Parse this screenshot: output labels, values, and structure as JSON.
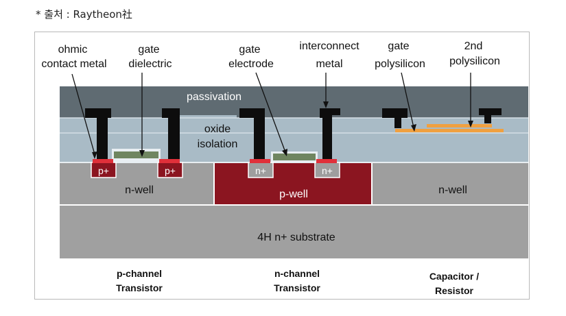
{
  "source_note": "* 출처 : Raytheon社",
  "callouts": {
    "ohmic_l1": "ohmic",
    "ohmic_l2": "contact metal",
    "gate_diel_l1": "gate",
    "gate_diel_l2": "dielectric",
    "gate_elec_l1": "gate",
    "gate_elec_l2": "electrode",
    "interconnect_l1": "interconnect",
    "interconnect_l2": "metal",
    "gate_poly_l1": "gate",
    "gate_poly_l2": "polysilicon",
    "poly2_l1": "2nd",
    "poly2_l2": "polysilicon"
  },
  "layers": {
    "passivation": "passivation",
    "oxide_l1": "oxide",
    "oxide_l2": "isolation",
    "nwell_left": "n-well",
    "pwell": "p-well",
    "nwell_right": "n-well",
    "substrate": "4H n+ substrate"
  },
  "doping": {
    "p1": "p+",
    "p2": "p+",
    "n1": "n+",
    "n2": "n+"
  },
  "captions": {
    "pch_l1": "p-channel",
    "pch_l2": "Transistor",
    "nch_l1": "n-channel",
    "nch_l2": "Transistor",
    "cap_l1": "Capacitor /",
    "cap_l2": "Resistor"
  },
  "colors": {
    "passivation": "#5f6b72",
    "oxide": "#a9bbc6",
    "well": "#9e9e9e",
    "pwell": "#8b1520",
    "substrate": "#a0a0a0",
    "metal": "#0d0d0d",
    "contact": "#e0303a",
    "gate": "#6f8560",
    "poly": "#f0a040"
  }
}
